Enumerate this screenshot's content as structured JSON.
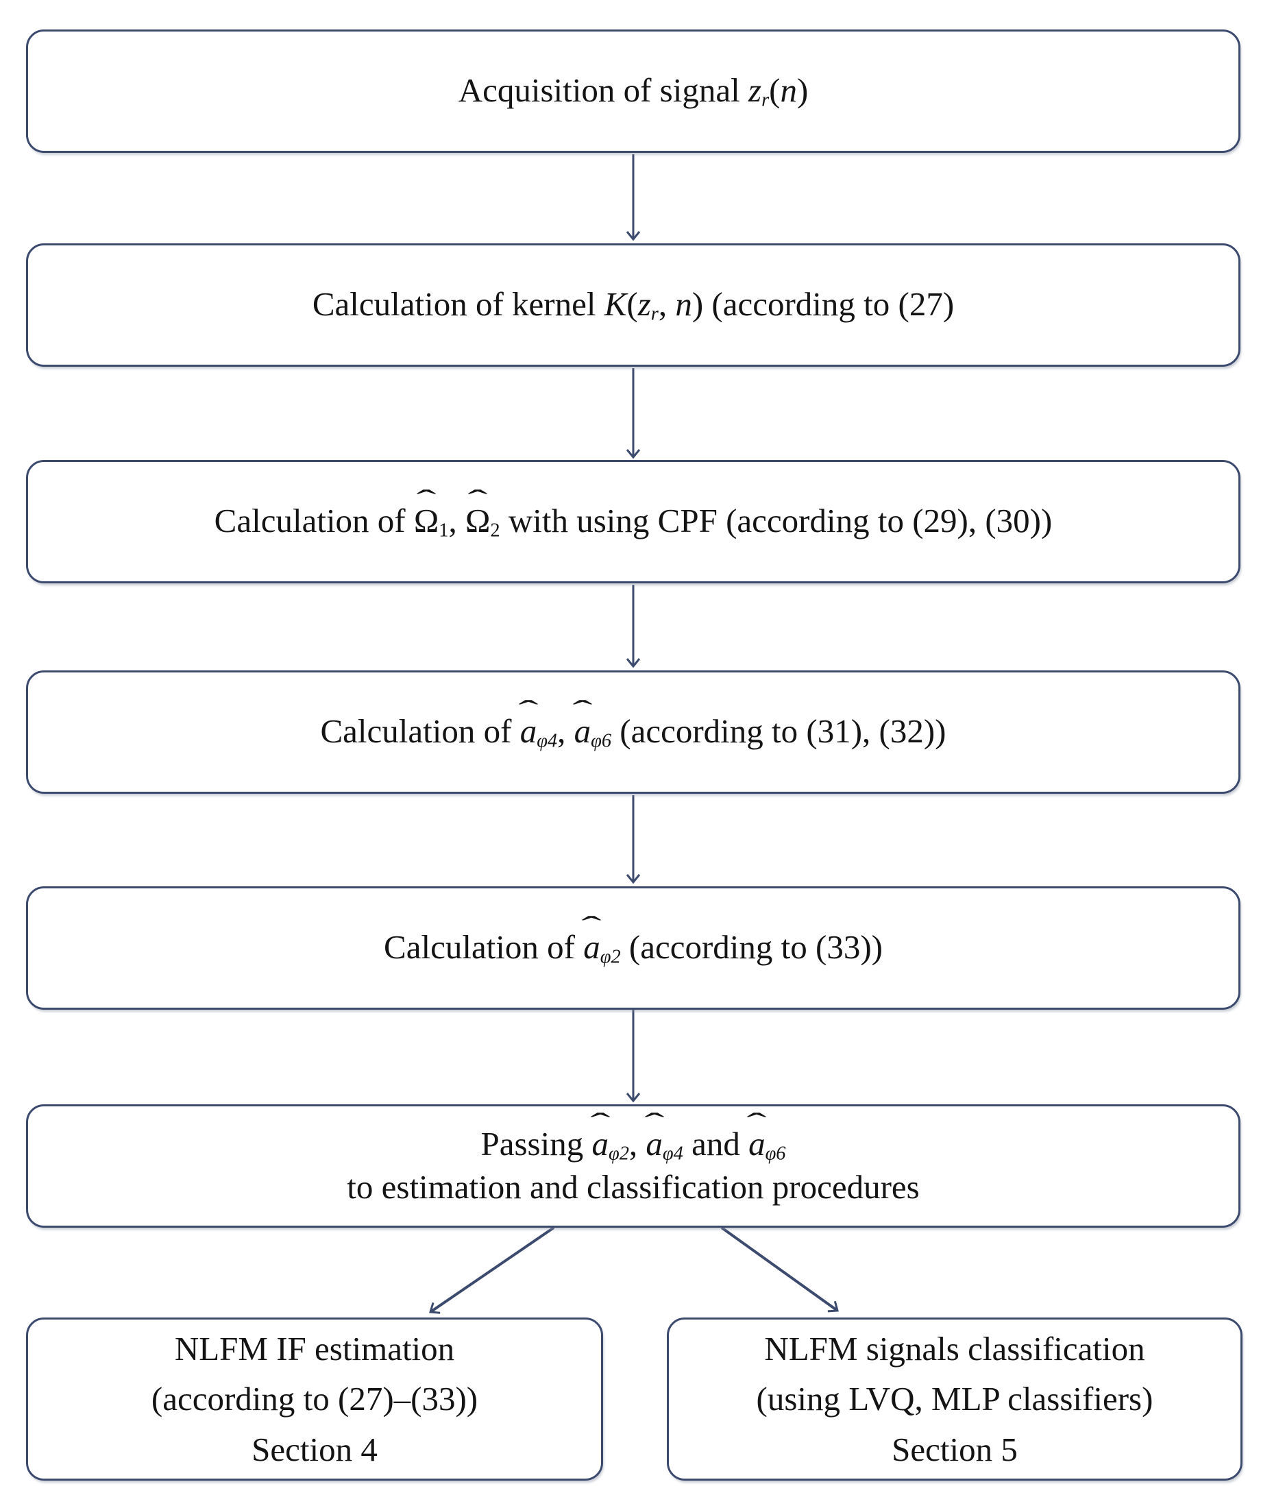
{
  "figure": {
    "type": "flowchart",
    "description": "Signal processing flow for NLFM signal estimation and classification"
  },
  "colors": {
    "outline": "#3c4a6e",
    "text": "#141414",
    "background": "#ffffff"
  },
  "flowchart": {
    "steps": [
      {
        "name": "acquisition",
        "lines": [
          [
            "Acquisition of signal ",
            {
              "t": "z",
              "s": "it"
            },
            {
              "t": "r",
              "s": "it sub"
            },
            "(",
            {
              "t": "n",
              "s": "it"
            },
            ")"
          ]
        ]
      },
      {
        "name": "kernel",
        "lines": [
          [
            "Calculation of kernel ",
            {
              "t": "K",
              "s": "it"
            },
            "(",
            {
              "t": "z",
              "s": "it"
            },
            {
              "t": "r",
              "s": "it sub"
            },
            ", ",
            {
              "t": "n",
              "s": "it"
            },
            ") (according to (27)"
          ]
        ]
      },
      {
        "name": "cpf",
        "lines": [
          [
            "Calculation of ",
            {
              "t": "Ω",
              "s": "hat"
            },
            {
              "t": "1",
              "s": "sub"
            },
            ", ",
            {
              "t": "Ω",
              "s": "hat"
            },
            {
              "t": "2",
              "s": "sub"
            },
            " with using CPF (according to (29), (30))"
          ]
        ]
      },
      {
        "name": "a46",
        "lines": [
          [
            "Calculation of ",
            {
              "t": "a",
              "s": "it hat"
            },
            {
              "t": "φ4",
              "s": "it sub"
            },
            ", ",
            {
              "t": "a",
              "s": "it hat"
            },
            {
              "t": "φ6",
              "s": "it sub"
            },
            " (according to (31), (32))"
          ]
        ]
      },
      {
        "name": "a2",
        "lines": [
          [
            "Calculation of ",
            {
              "t": "a",
              "s": "it hat"
            },
            {
              "t": "φ2",
              "s": "it sub"
            },
            " (according to (33))"
          ]
        ]
      },
      {
        "name": "passing",
        "lines": [
          [
            "Passing ",
            {
              "t": "a",
              "s": "it hat"
            },
            {
              "t": "φ2",
              "s": "it sub"
            },
            ", ",
            {
              "t": "a",
              "s": "it hat"
            },
            {
              "t": "φ4",
              "s": "it sub"
            },
            " and ",
            {
              "t": "a",
              "s": "it hat"
            },
            {
              "t": "φ6",
              "s": "it sub"
            }
          ],
          [
            "to estimation and classification procedures"
          ]
        ]
      },
      {
        "name": "nlfm-if-estimation",
        "lines": [
          [
            "NLFM IF estimation"
          ],
          [
            "(according to (27)–(33))"
          ],
          [
            "Section 4"
          ]
        ]
      },
      {
        "name": "nlfm-classification",
        "lines": [
          [
            "NLFM signals classification"
          ],
          [
            "(using LVQ, MLP classifiers)"
          ],
          [
            "Section 5"
          ]
        ]
      }
    ],
    "connections": [
      {
        "from": "acquisition",
        "to": "kernel"
      },
      {
        "from": "kernel",
        "to": "cpf"
      },
      {
        "from": "cpf",
        "to": "a46"
      },
      {
        "from": "a46",
        "to": "a2"
      },
      {
        "from": "a2",
        "to": "passing"
      },
      {
        "from": "passing",
        "to": "nlfm-if-estimation"
      },
      {
        "from": "passing",
        "to": "nlfm-classification"
      }
    ]
  }
}
